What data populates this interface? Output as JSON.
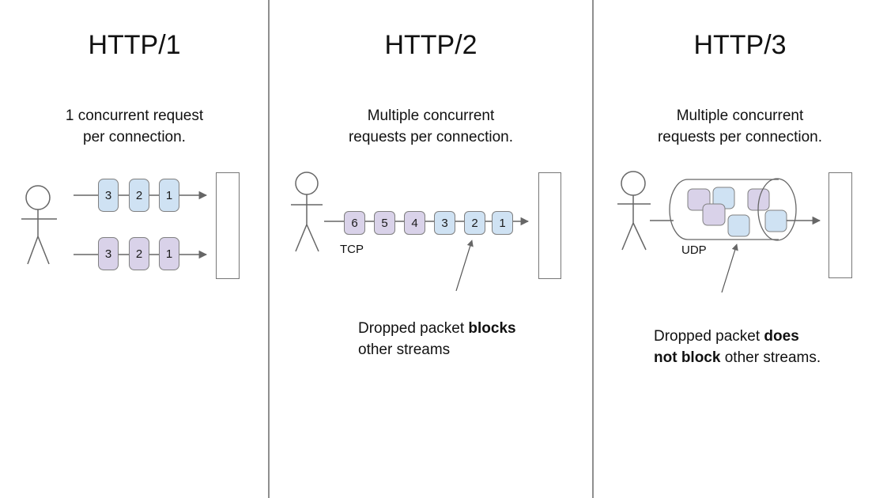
{
  "panels": [
    {
      "title": "HTTP/1",
      "subtitle": "1 concurrent request\nper connection.",
      "rows": [
        {
          "boxes": [
            "3",
            "2",
            "1"
          ]
        },
        {
          "boxes": [
            "3",
            "2",
            "1"
          ]
        }
      ]
    },
    {
      "title": "HTTP/2",
      "subtitle": "Multiple concurrent\nrequests per connection.",
      "protocol_label": "TCP",
      "queue": [
        "6",
        "5",
        "4",
        "3",
        "2",
        "1"
      ],
      "annotation": {
        "pre": "Dropped packet ",
        "bold": "blocks",
        "post": "\nother streams"
      }
    },
    {
      "title": "HTTP/3",
      "subtitle": "Multiple concurrent\nrequests per connection.",
      "protocol_label": "UDP",
      "annotation": {
        "pre": "Dropped packet ",
        "bold": "does\nnot block",
        "post": " other streams."
      }
    }
  ],
  "colors": {
    "box_blue": "#cfe2f3",
    "box_purple": "#d9d2e9",
    "box_border": "#808080",
    "stroke": "#666666",
    "divider": "#8f8f8f",
    "text": "#111111"
  }
}
